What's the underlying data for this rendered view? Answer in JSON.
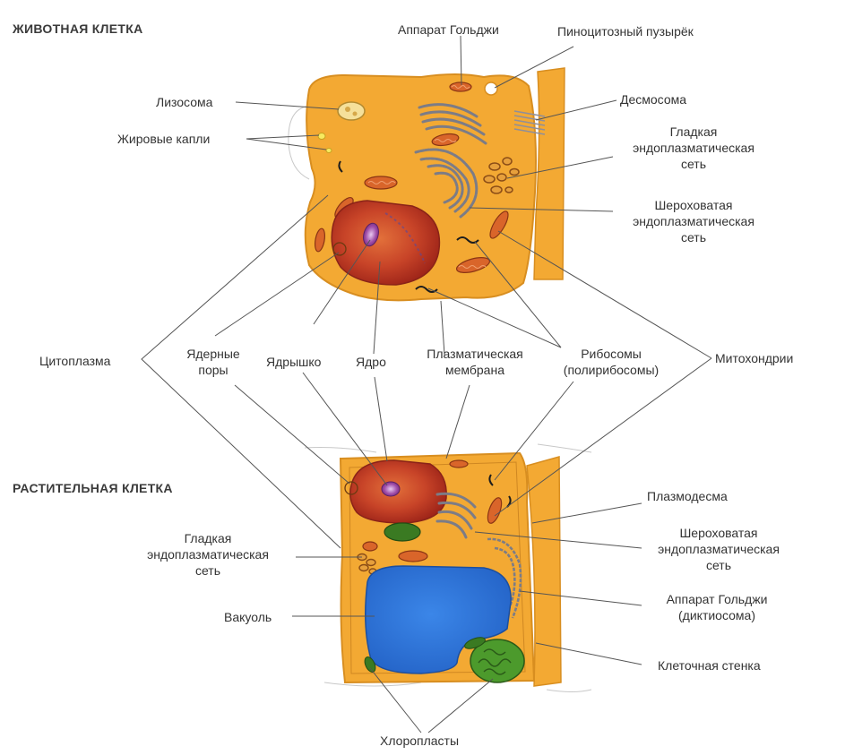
{
  "titles": {
    "animal": "ЖИВОТНАЯ КЛЕТКА",
    "plant": "РАСТИТЕЛЬНАЯ КЛЕТКА"
  },
  "labels": {
    "golgi": "Аппарат Гольджи",
    "pinocytotic": "Пиноцитозный пузырёк",
    "lysosome": "Лизосома",
    "desmosome": "Десмосома",
    "fat_droplets": "Жировые капли",
    "smooth_er_animal": [
      "Гладкая",
      "эндоплазматическая",
      "сеть"
    ],
    "rough_er_animal": [
      "Шероховатая",
      "эндоплазматическая",
      "сеть"
    ],
    "cytoplasm": "Цитоплазма",
    "nuclear_pores": [
      "Ядерные",
      "поры"
    ],
    "nucleolus": "Ядрышко",
    "nucleus": "Ядро",
    "plasma_membrane": [
      "Плазматическая",
      "мембрана"
    ],
    "ribosomes": [
      "Рибосомы",
      "(полирибосомы)"
    ],
    "mitochondria": "Митохондрии",
    "plasmodesma": "Плазмодесма",
    "smooth_er_plant": [
      "Гладкая",
      "эндоплазматическая",
      "сеть"
    ],
    "rough_er_plant": [
      "Шероховатая",
      "эндоплазматическая",
      "сеть"
    ],
    "vacuole": "Вакуоль",
    "golgi_plant": [
      "Аппарат Гольджи",
      "(диктиосома)"
    ],
    "cell_wall": "Клеточная стенка",
    "chloroplasts": "Хлоропласты"
  },
  "colors": {
    "cytoplasm": "#f3a933",
    "cell_outline": "#d88e20",
    "mitochondria": "#d9652a",
    "nucleus_outer": "#b5301c",
    "nucleus_inner": "#e06a35",
    "nucleolus": "#8a3a8c",
    "vacuole": "#2f78d6",
    "chloroplast": "#3f8a2a",
    "er_gray": "#7c7c86",
    "leader_line": "#555555"
  }
}
